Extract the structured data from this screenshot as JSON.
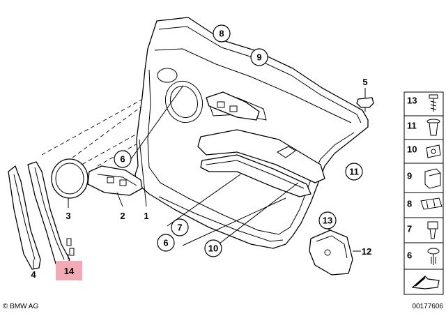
{
  "diagram": {
    "callouts": {
      "c1": "1",
      "c2": "2",
      "c3": "3",
      "c4": "4",
      "c5": "5",
      "c6a": "6",
      "c6b": "6",
      "c7": "7",
      "c8": "8",
      "c9": "9",
      "c10": "10",
      "c11": "11",
      "c12": "12",
      "c13": "13",
      "c14": "14"
    },
    "highlight_color": "#f2aab4",
    "hardware_list": [
      {
        "number": "13",
        "icon": "screw-icon"
      },
      {
        "number": "11",
        "icon": "expanding-rivet-icon"
      },
      {
        "number": "10",
        "icon": "clip-nut-icon"
      },
      {
        "number": "9",
        "icon": "square-clip-icon"
      },
      {
        "number": "8",
        "icon": "retaining-strip-icon"
      },
      {
        "number": "7",
        "icon": "plug-clip-icon"
      },
      {
        "number": "6",
        "icon": "push-rivet-icon"
      }
    ],
    "footer": {
      "brand": "© BMW AG",
      "code": "00177606"
    }
  }
}
